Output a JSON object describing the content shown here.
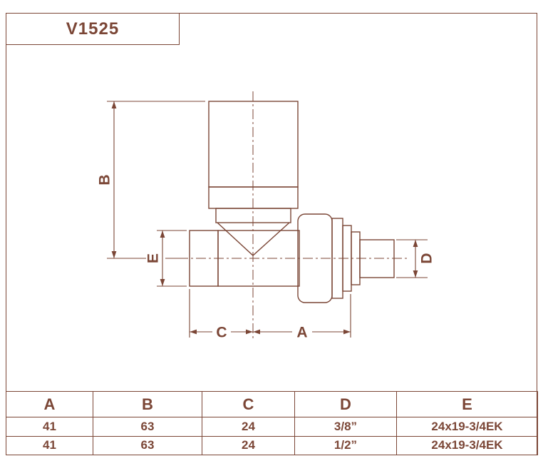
{
  "part_number": "V1525",
  "colors": {
    "line": "#7b4636",
    "background": "#ffffff"
  },
  "dim_labels": {
    "A": "A",
    "B": "B",
    "C": "C",
    "D": "D",
    "E": "E"
  },
  "table": {
    "headers": [
      "A",
      "B",
      "C",
      "D",
      "E"
    ],
    "rows": [
      [
        "41",
        "63",
        "24",
        "3/8”",
        "24x19-3/4EK"
      ],
      [
        "41",
        "63",
        "24",
        "1/2”",
        "24x19-3/4EK"
      ]
    ]
  }
}
